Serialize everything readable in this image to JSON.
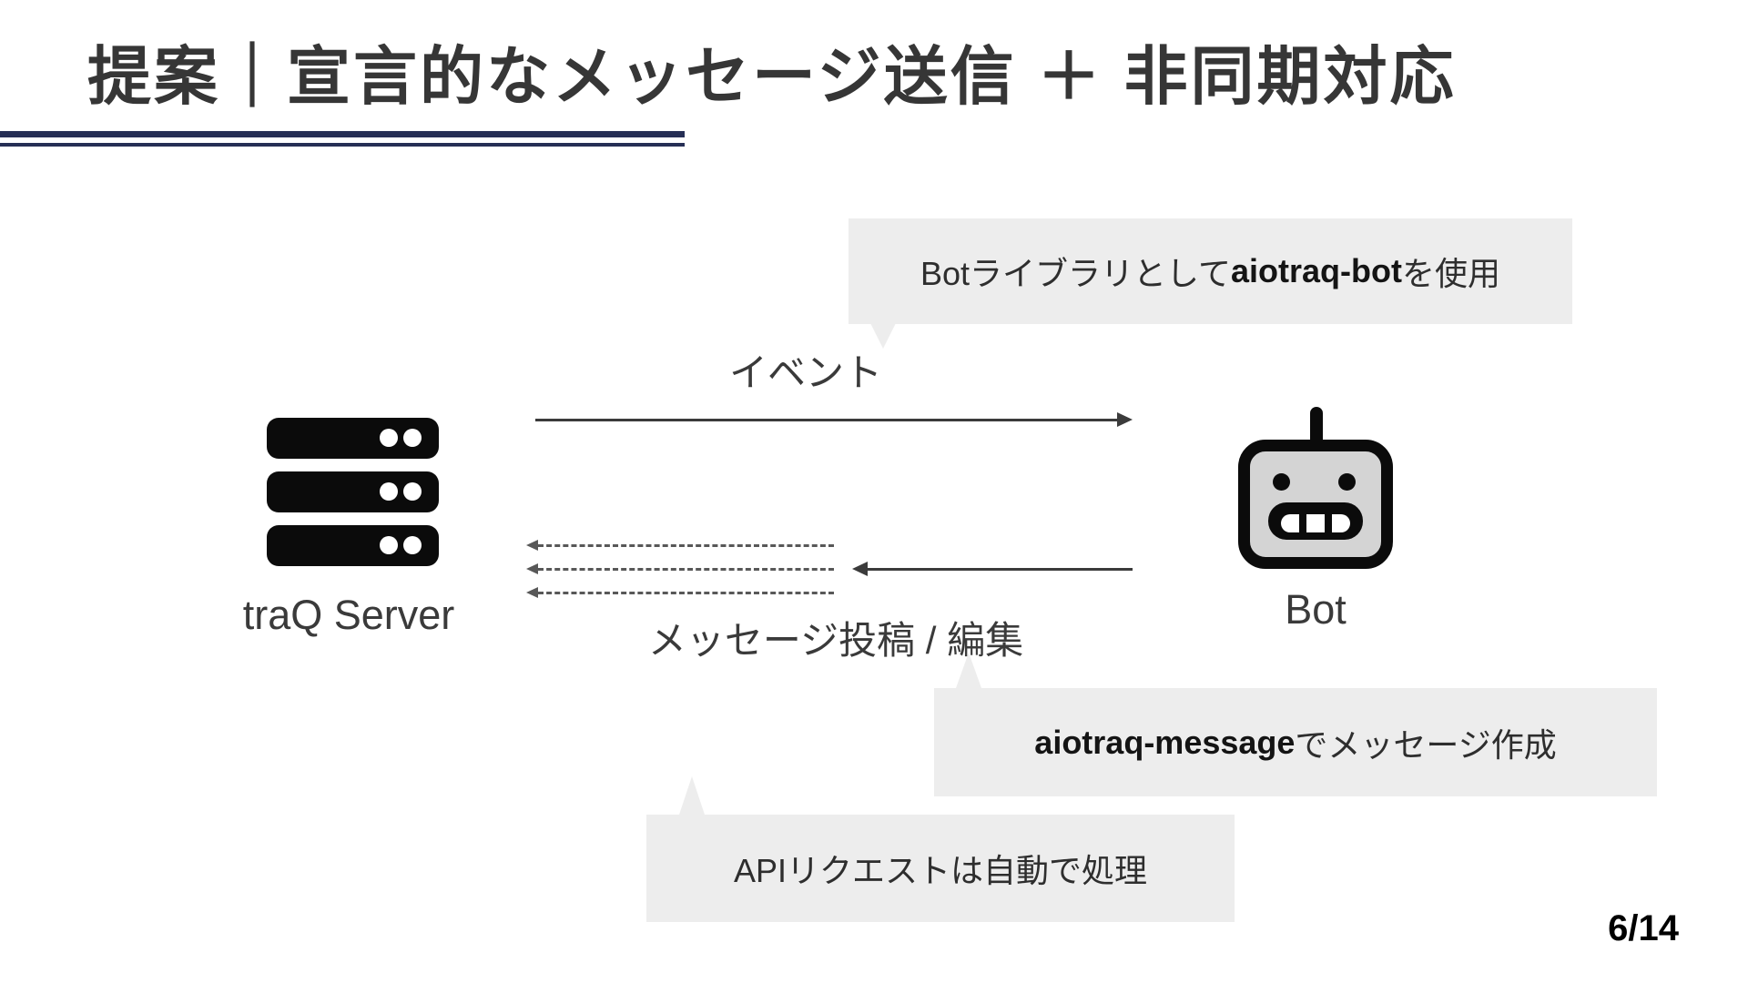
{
  "slide": {
    "title": "提案｜宣言的なメッセージ送信 ＋ 非同期対応",
    "page_number": "6/14",
    "accent_color": "#262f55",
    "callout_bg": "#ededed"
  },
  "diagram": {
    "server": {
      "label": "traQ Server"
    },
    "bot": {
      "label": "Bot"
    },
    "flows": {
      "event": {
        "label": "イベント",
        "direction": "server-to-bot"
      },
      "post": {
        "label": "メッセージ投稿 / 編集",
        "direction": "bot-to-server"
      }
    },
    "callouts": {
      "bot_library": {
        "parts": [
          {
            "text": "Botライブラリとして "
          },
          {
            "text": "aiotraq-bot",
            "style": "bold"
          },
          {
            "text": " を使用"
          }
        ]
      },
      "message_create": {
        "parts": [
          {
            "text": "aiotraq-message",
            "style": "bold"
          },
          {
            "text": " でメッセージ作成"
          }
        ]
      },
      "api_auto": {
        "parts": [
          {
            "text": "APIリクエストは自動で処理"
          }
        ]
      }
    }
  }
}
